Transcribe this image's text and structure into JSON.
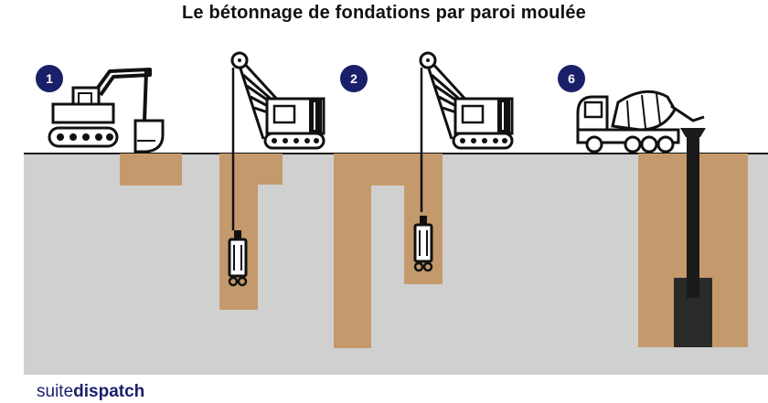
{
  "title": "Le bétonnage de fondations par paroi moulée",
  "steps": [
    {
      "number": "1",
      "equipment": "excavator-icon"
    },
    {
      "number": "2",
      "equipment": "crawler-crane-icon"
    },
    {
      "number": "6",
      "equipment": "concrete-mixer-truck-icon"
    }
  ],
  "logo": {
    "light": "suite",
    "bold": "dispatch"
  },
  "colors": {
    "badge": "#1a1f6a",
    "ground": "#d0d0d0",
    "trench": "#c49a6c",
    "concrete": "#2a2a2a",
    "equipment": "#111111",
    "brand": "#1a1f6a"
  }
}
